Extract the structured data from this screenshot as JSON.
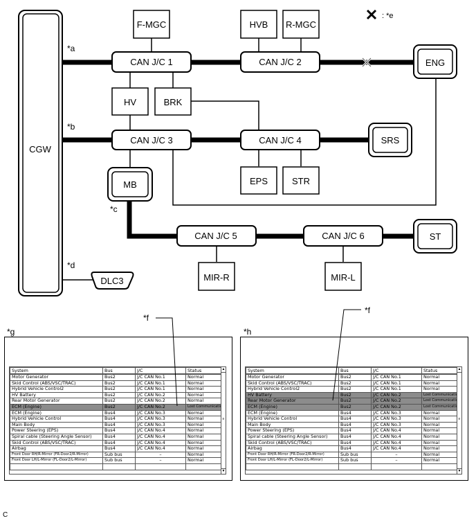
{
  "legend": {
    "symbol": "✕",
    "text": ": *e"
  },
  "nodes": {
    "cgw": "CGW",
    "fmgc": "F-MGC",
    "hvb": "HVB",
    "rmgc": "R-MGC",
    "canjc1": "CAN J/C 1",
    "canjc2": "CAN J/C 2",
    "canjc3": "CAN J/C 3",
    "canjc4": "CAN J/C 4",
    "canjc5": "CAN J/C 5",
    "canjc6": "CAN J/C 6",
    "eng": "ENG",
    "hv": "HV",
    "brk": "BRK",
    "srs": "SRS",
    "mb": "MB",
    "eps": "EPS",
    "str": "STR",
    "st": "ST",
    "mirr": "MIR-R",
    "mirl": "MIR-L",
    "dlc3": "DLC3"
  },
  "callouts": {
    "a": "*a",
    "b": "*b",
    "c": "*c",
    "d": "*d",
    "f": "*f",
    "g": "*g",
    "h": "*h"
  },
  "colors": {
    "line": "#000000",
    "lost_row": "#8c8c8c",
    "table_border": "#555555"
  },
  "tables": {
    "headers": [
      "System",
      "Bus",
      "J/C",
      "Status"
    ],
    "g": {
      "rows": [
        {
          "system": "Motor Generator",
          "bus": "Bus2",
          "jc": "J/C CAN No.1",
          "status": "Normal",
          "lost": false
        },
        {
          "system": "Skid Control (ABS/VSC/TRAC)",
          "bus": "Bus2",
          "jc": "J/C CAN No.1",
          "status": "Normal",
          "lost": false
        },
        {
          "system": "Hybrid Vehicle Control2",
          "bus": "Bus2",
          "jc": "J/C CAN No.1",
          "status": "Normal",
          "lost": false
        },
        {
          "system": "HV Battery",
          "bus": "Bus2",
          "jc": "J/C CAN No.2",
          "status": "Normal",
          "lost": false
        },
        {
          "system": "Rear Motor Generator",
          "bus": "Bus2",
          "jc": "J/C CAN No.2",
          "status": "Normal",
          "lost": false
        },
        {
          "system": "ECM (Engine)",
          "bus": "Bus2",
          "jc": "J/C CAN No.2",
          "status": "Lost Communication",
          "lost": true
        },
        {
          "system": "ECM (Engine)",
          "bus": "Bus4",
          "jc": "J/C CAN No.3",
          "status": "Normal",
          "lost": false
        },
        {
          "system": "Hybrid Vehicle Control",
          "bus": "Bus4",
          "jc": "J/C CAN No.3",
          "status": "Normal",
          "lost": false
        },
        {
          "system": "Main Body",
          "bus": "Bus4",
          "jc": "J/C CAN No.3",
          "status": "Normal",
          "lost": false
        },
        {
          "system": "Power Steering (EPS)",
          "bus": "Bus4",
          "jc": "J/C CAN No.4",
          "status": "Normal",
          "lost": false
        },
        {
          "system": "Spiral cable (Steering Angle Sensor)",
          "bus": "Bus4",
          "jc": "J/C CAN No.4",
          "status": "Normal",
          "lost": false
        },
        {
          "system": "Skid Control (ABS/VSC/TRAC)",
          "bus": "Bus4",
          "jc": "J/C CAN No.4",
          "status": "Normal",
          "lost": false
        },
        {
          "system": "Airbag",
          "bus": "Bus4",
          "jc": "J/C CAN No.4",
          "status": "Normal",
          "lost": false
        },
        {
          "system": "Front Door RH/R-Mirror (FR-Door2/R-Mirror)",
          "bus": "Sub bus",
          "jc": "–",
          "status": "Normal",
          "lost": false,
          "small": true
        },
        {
          "system": "Front Door LH/L-Mirror (FL-Door2/L-Mirror)",
          "bus": "Sub bus",
          "jc": "–",
          "status": "Normal",
          "lost": false,
          "small": true
        },
        {
          "system": "",
          "bus": "",
          "jc": "",
          "status": "",
          "lost": false
        }
      ]
    },
    "h": {
      "rows": [
        {
          "system": "Motor Generator",
          "bus": "Bus2",
          "jc": "J/C CAN No.1",
          "status": "Normal",
          "lost": false
        },
        {
          "system": "Skid Control (ABS/VSC/TRAC)",
          "bus": "Bus2",
          "jc": "J/C CAN No.1",
          "status": "Normal",
          "lost": false
        },
        {
          "system": "Hybrid Vehicle Control2",
          "bus": "Bus2",
          "jc": "J/C CAN No.1",
          "status": "Normal",
          "lost": false
        },
        {
          "system": "HV Battery",
          "bus": "Bus2",
          "jc": "J/C CAN No.2",
          "status": "Lost Communication",
          "lost": true
        },
        {
          "system": "Rear Motor Generator",
          "bus": "Bus2",
          "jc": "J/C CAN No.2",
          "status": "Lost Communication",
          "lost": true
        },
        {
          "system": "ECM (Engine)",
          "bus": "Bus2",
          "jc": "J/C CAN No.2",
          "status": "Lost Communication",
          "lost": true
        },
        {
          "system": "ECM (Engine)",
          "bus": "Bus4",
          "jc": "J/C CAN No.3",
          "status": "Normal",
          "lost": false
        },
        {
          "system": "Hybrid Vehicle Control",
          "bus": "Bus4",
          "jc": "J/C CAN No.3",
          "status": "Normal",
          "lost": false
        },
        {
          "system": "Main Body",
          "bus": "Bus4",
          "jc": "J/C CAN No.3",
          "status": "Normal",
          "lost": false
        },
        {
          "system": "Power Steering (EPS)",
          "bus": "Bus4",
          "jc": "J/C CAN No.4",
          "status": "Normal",
          "lost": false
        },
        {
          "system": "Spiral cable (Steering Angle Sensor)",
          "bus": "Bus4",
          "jc": "J/C CAN No.4",
          "status": "Normal",
          "lost": false
        },
        {
          "system": "Skid Control (ABS/VSC/TRAC)",
          "bus": "Bus4",
          "jc": "J/C CAN No.4",
          "status": "Normal",
          "lost": false
        },
        {
          "system": "Airbag",
          "bus": "Bus4",
          "jc": "J/C CAN No.4",
          "status": "Normal",
          "lost": false
        },
        {
          "system": "Front Door RH/R-Mirror (FR-Door2/R-Mirror)",
          "bus": "Sub bus",
          "jc": "–",
          "status": "Normal",
          "lost": false,
          "small": true
        },
        {
          "system": "Front Door LH/L-Mirror (FL-Door2/L-Mirror)",
          "bus": "Sub bus",
          "jc": "–",
          "status": "Normal",
          "lost": false,
          "small": true
        },
        {
          "system": "",
          "bus": "",
          "jc": "",
          "status": "",
          "lost": false
        }
      ]
    }
  },
  "scrollbar": {
    "up": "▲",
    "thumb": "≡",
    "down": "▼"
  },
  "footer": "C"
}
